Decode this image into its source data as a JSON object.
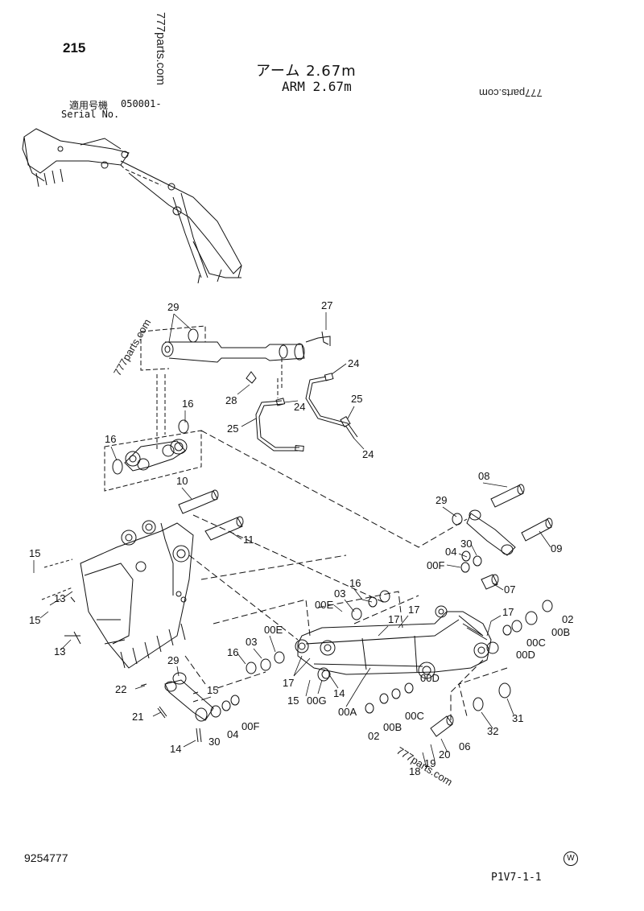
{
  "page_number": "215",
  "title_jp": "アーム 2.67m",
  "title_en": "ARM 2.67m",
  "serial_label_jp": "適用号機",
  "serial_range": "050001-",
  "serial_label_en": "Serial No.",
  "watermarks": [
    "777parts.com",
    "777parts.com",
    "777parts.com",
    "777parts.com"
  ],
  "doc_number": "9254777",
  "watermark_mark": "W",
  "page_code": "P1V7-1-1",
  "callouts": [
    "29",
    "27",
    "24",
    "28",
    "24",
    "16",
    "16",
    "25",
    "25",
    "24",
    "10",
    "11",
    "08",
    "29",
    "09",
    "30",
    "04",
    "00F",
    "07",
    "15",
    "13",
    "15",
    "13",
    "16",
    "03",
    "00E",
    "17",
    "17",
    "17",
    "02",
    "00B",
    "00C",
    "00D",
    "00E",
    "03",
    "16",
    "17",
    "15",
    "00G",
    "14",
    "00A",
    "00D",
    "00C",
    "00B",
    "02",
    "29",
    "22",
    "15",
    "21",
    "14",
    "30",
    "04",
    "00F",
    "20",
    "19",
    "18",
    "06",
    "32",
    "31"
  ]
}
